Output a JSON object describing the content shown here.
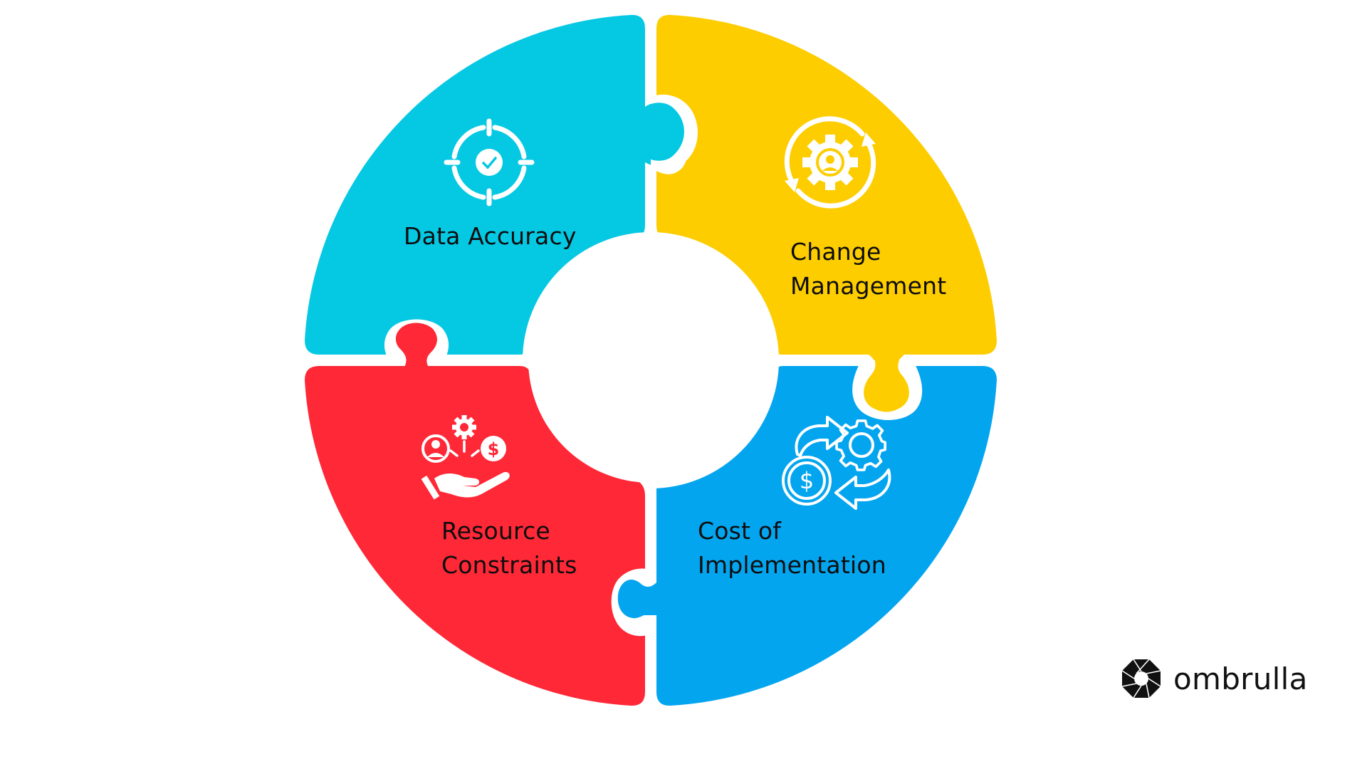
{
  "diagram": {
    "type": "puzzle-cycle",
    "pieces": [
      {
        "id": "data-accuracy",
        "position": "top-left",
        "color": "#05C8E3",
        "icon": "target-check-icon",
        "label_lines": [
          "Data Accuracy"
        ]
      },
      {
        "id": "change-management",
        "position": "top-right",
        "color": "#FDCD00",
        "icon": "gear-person-cycle-icon",
        "label_lines": [
          "Change",
          "Management"
        ]
      },
      {
        "id": "cost-of-implementation",
        "position": "bottom-right",
        "color": "#04A5EF",
        "icon": "coin-gear-exchange-icon",
        "label_lines": [
          "Cost of",
          "Implementation"
        ]
      },
      {
        "id": "resource-constraints",
        "position": "bottom-left",
        "color": "#FE2837",
        "icon": "hand-resources-icon",
        "label_lines": [
          "Resource",
          "Constraints"
        ]
      }
    ],
    "text_color": "#0d0d0d",
    "background": "#ffffff"
  },
  "brand": {
    "name": "ombrulla",
    "logo_icon": "umbrella-octagon-icon",
    "color": "#111111"
  }
}
